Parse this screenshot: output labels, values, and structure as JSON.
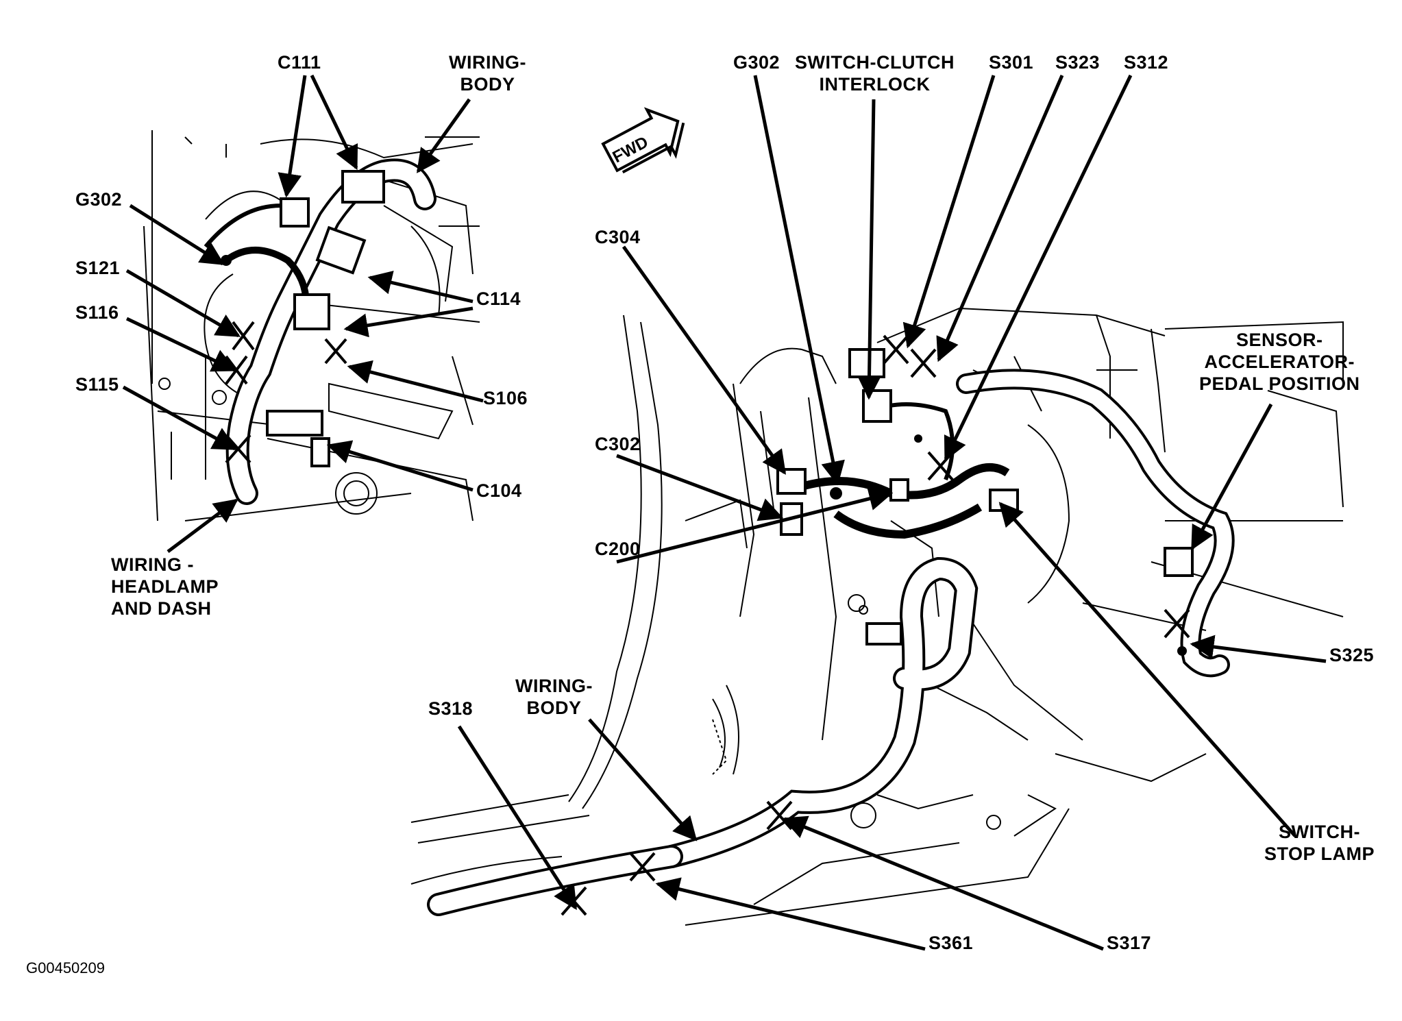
{
  "direction_marker": {
    "text": "FWD",
    "icon": "forward-arrow-icon"
  },
  "figure_id": "G00450209",
  "left_view": {
    "labels": {
      "c111": "C111",
      "wiring_body": "WIRING-\nBODY",
      "g302": "G302",
      "s121": "S121",
      "s116": "S116",
      "c114": "C114",
      "s115": "S115",
      "s106": "S106",
      "c104": "C104",
      "wiring_headlamp": "WIRING -\nHEADLAMP\nAND DASH"
    }
  },
  "right_view": {
    "labels": {
      "g302": "G302",
      "switch_clutch": "SWITCH-CLUTCH\nINTERLOCK",
      "s301": "S301",
      "s323": "S323",
      "s312": "S312",
      "c304": "C304",
      "sensor_accel": "SENSOR-\nACCELERATOR-\nPEDAL POSITION",
      "c302": "C302",
      "c200": "C200",
      "s325": "S325",
      "wiring_body": "WIRING-\nBODY",
      "s318": "S318",
      "switch_stop": "SWITCH-\nSTOP LAMP",
      "s361": "S361",
      "s317": "S317"
    }
  }
}
